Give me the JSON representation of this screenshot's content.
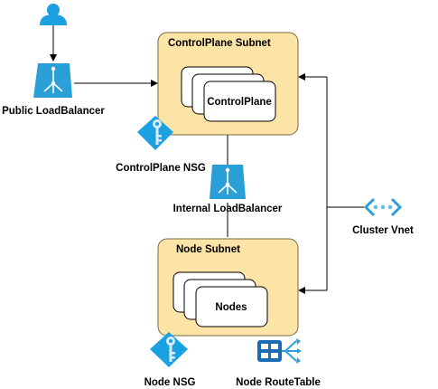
{
  "labels": {
    "public_lb": "Public LoadBalancer",
    "controlplane_subnet": "ControlPlane Subnet",
    "controlplane": "ControlPlane",
    "controlplane_nsg": "ControlPlane NSG",
    "internal_lb": "Internal LoadBalancer",
    "cluster_vnet": "Cluster Vnet",
    "node_subnet": "Node Subnet",
    "nodes": "Nodes",
    "node_nsg": "Node NSG",
    "node_routetable": "Node RouteTable"
  },
  "colors": {
    "subnet_fill": "#fce3a6",
    "subnet_stroke": "#7a6a3f",
    "azure_blue": "#1ba1e2",
    "icon_blue": "#2a9fd8",
    "line": "#000000"
  },
  "icons": [
    "user-icon",
    "load-balancer-icon",
    "nsg-shield-key-icon",
    "vnet-icon",
    "route-table-icon"
  ]
}
